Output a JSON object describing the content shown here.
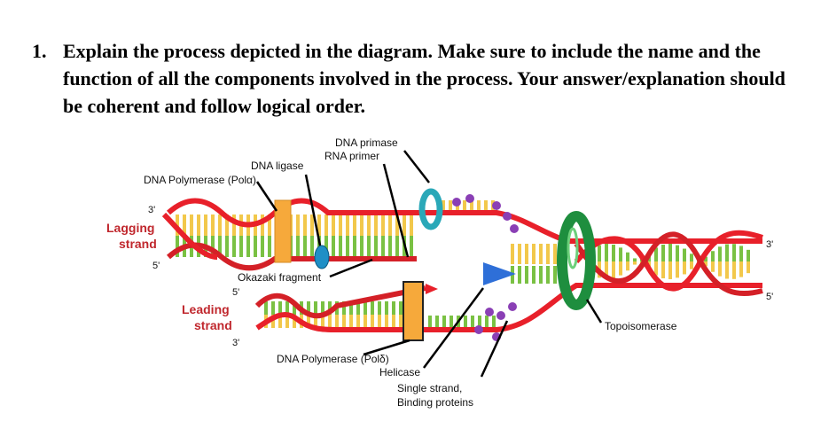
{
  "question": {
    "number": "1.",
    "text": "Explain the process depicted in the diagram. Make sure to include the name and the function of all the components involved in the process.  Your answer/explanation should be coherent and follow logical order."
  },
  "diagram": {
    "labels": {
      "dna_primase": "DNA primase",
      "rna_primer": "RNA primer",
      "dna_ligase": "DNA ligase",
      "dna_polymerase_alpha": "DNA Polymerase (Polα)",
      "lagging_strand_line1": "Lagging",
      "lagging_strand_line2": "strand",
      "leading_strand_line1": "Leading",
      "leading_strand_line2": "strand",
      "okazaki_fragment": "Okazaki fragment",
      "dna_polymerase_delta": "DNA Polymerase (Polδ)",
      "helicase": "Helicase",
      "ssb_line1": "Single strand,",
      "ssb_line2": "Binding proteins",
      "topoisomerase": "Topoisomerase"
    },
    "ends": {
      "lagging_top": "3'",
      "lagging_bottom": "5'",
      "leading_top": "5'",
      "leading_bottom": "3'",
      "right_top": "3'",
      "right_bottom": "5'"
    },
    "colors": {
      "parent_strand": "#e8202a",
      "new_strand_red": "#d42027",
      "base_green": "#7ac143",
      "base_yellow": "#f2c84b",
      "polymerase": "#f6a93b",
      "topoisomerase": "#1e8e3e",
      "helicase": "#2e6fd8",
      "primase": "#2aa8b8",
      "ligase": "#1f8fc6",
      "ssb": "#8a3fb5"
    }
  }
}
